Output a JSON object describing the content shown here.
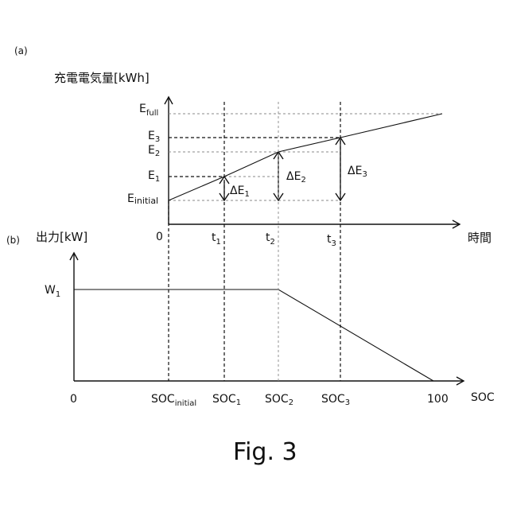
{
  "panel_a": {
    "tag": "(a)",
    "y_axis_label": "充電電気量[kWh]",
    "x_axis_label": "時間",
    "origin": "0",
    "y_ticks": {
      "e_full": {
        "base": "E",
        "sub": "full"
      },
      "e3": {
        "base": "E",
        "sub": "3"
      },
      "e2": {
        "base": "E",
        "sub": "2"
      },
      "e1": {
        "base": "E",
        "sub": "1"
      },
      "e_initial": {
        "base": "E",
        "sub": "initial"
      }
    },
    "x_ticks": {
      "t1": {
        "base": "t",
        "sub": "1"
      },
      "t2": {
        "base": "t",
        "sub": "2"
      },
      "t3": {
        "base": "t",
        "sub": "3"
      }
    },
    "deltas": {
      "d1": {
        "base": "ΔE",
        "sub": "1"
      },
      "d2": {
        "base": "ΔE",
        "sub": "2"
      },
      "d3": {
        "base": "ΔE",
        "sub": "3"
      }
    }
  },
  "panel_b": {
    "tag": "(b)",
    "y_axis_label": "出力[kW]",
    "x_axis_label": "SOC",
    "origin": "0",
    "x_end": "100",
    "y_ticks": {
      "w1": {
        "base": "W",
        "sub": "1"
      }
    },
    "x_ticks": {
      "soc_initial": {
        "base": "SOC",
        "sub": "initial"
      },
      "soc1": {
        "base": "SOC",
        "sub": "1"
      },
      "soc2": {
        "base": "SOC",
        "sub": "2"
      },
      "soc3": {
        "base": "SOC",
        "sub": "3"
      }
    }
  },
  "caption": "Fig. 3"
}
